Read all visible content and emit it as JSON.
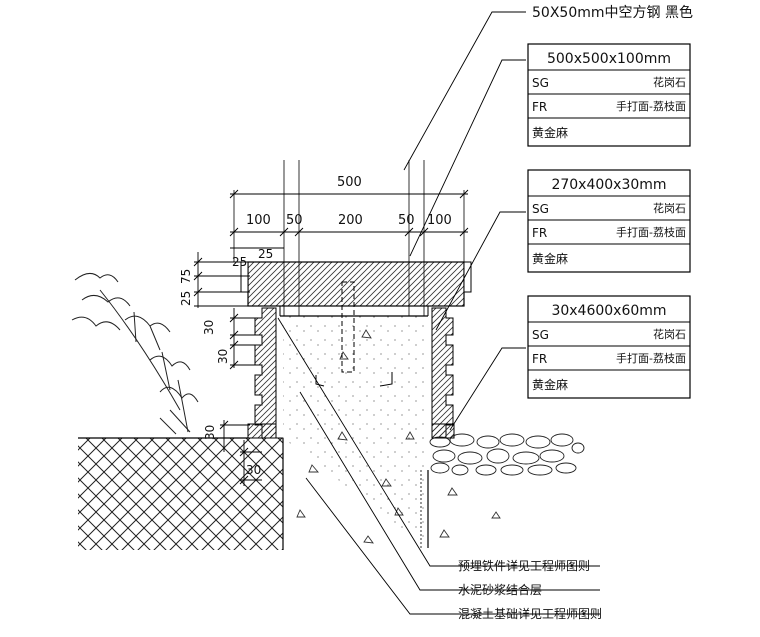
{
  "callout_top": "50X50mm中空方钢 黑色",
  "spec_tables": [
    {
      "size": "500x500x100mm",
      "sg": "SG",
      "sg_material": "花岗石",
      "fr": "FR",
      "fr_finish": "手打面-荔枝面",
      "color": "黄金麻"
    },
    {
      "size": "270x400x30mm",
      "sg": "SG",
      "sg_material": "花岗石",
      "fr": "FR",
      "fr_finish": "手打面-荔枝面",
      "color": "黄金麻"
    },
    {
      "size": "30x4600x60mm",
      "sg": "SG",
      "sg_material": "花岗石",
      "fr": "FR",
      "fr_finish": "手打面-荔枝面",
      "color": "黄金麻"
    }
  ],
  "dimensions": {
    "overall": "500",
    "seg_1": "100",
    "seg_2": "50",
    "seg_3": "200",
    "seg_4": "50",
    "seg_5": "100",
    "v_25a": "25",
    "v_25b": "25",
    "v_25c": "25",
    "v_75": "75",
    "v_30a": "30",
    "v_30b": "30",
    "v_30c": "30",
    "v_30d": "30"
  },
  "notes": {
    "embedded_parts": "预埋铁件详见工程师图则",
    "mortar": "水泥砂浆结合层",
    "foundation": "混凝土基础详见工程师图则"
  }
}
